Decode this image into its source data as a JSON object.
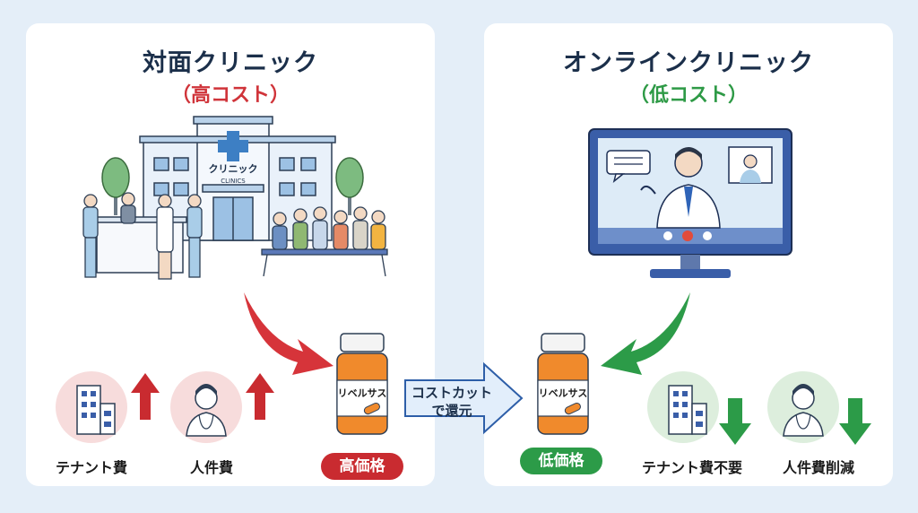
{
  "left": {
    "title": "対面クリニック",
    "subtitle": "（高コスト）",
    "clinic_sign": "クリニック",
    "clinic_sign_en": "CLINICS",
    "price_badge": "高価格",
    "icons": [
      {
        "label": "テナント費",
        "trend": "up"
      },
      {
        "label": "人件費",
        "trend": "up"
      }
    ]
  },
  "right": {
    "title": "オンラインクリニック",
    "subtitle": "（低コスト）",
    "price_badge": "低価格",
    "icons": [
      {
        "label": "テナント費不要",
        "trend": "down"
      },
      {
        "label": "人件費削減",
        "trend": "down"
      }
    ]
  },
  "bottle_label": "リベルサス",
  "middle_arrow": {
    "line1": "コストカット",
    "line2": "で還元"
  },
  "colors": {
    "high": "#d0343a",
    "low": "#2e9a46",
    "navy": "#1b2f4a",
    "bottle": "#f08a2c"
  }
}
